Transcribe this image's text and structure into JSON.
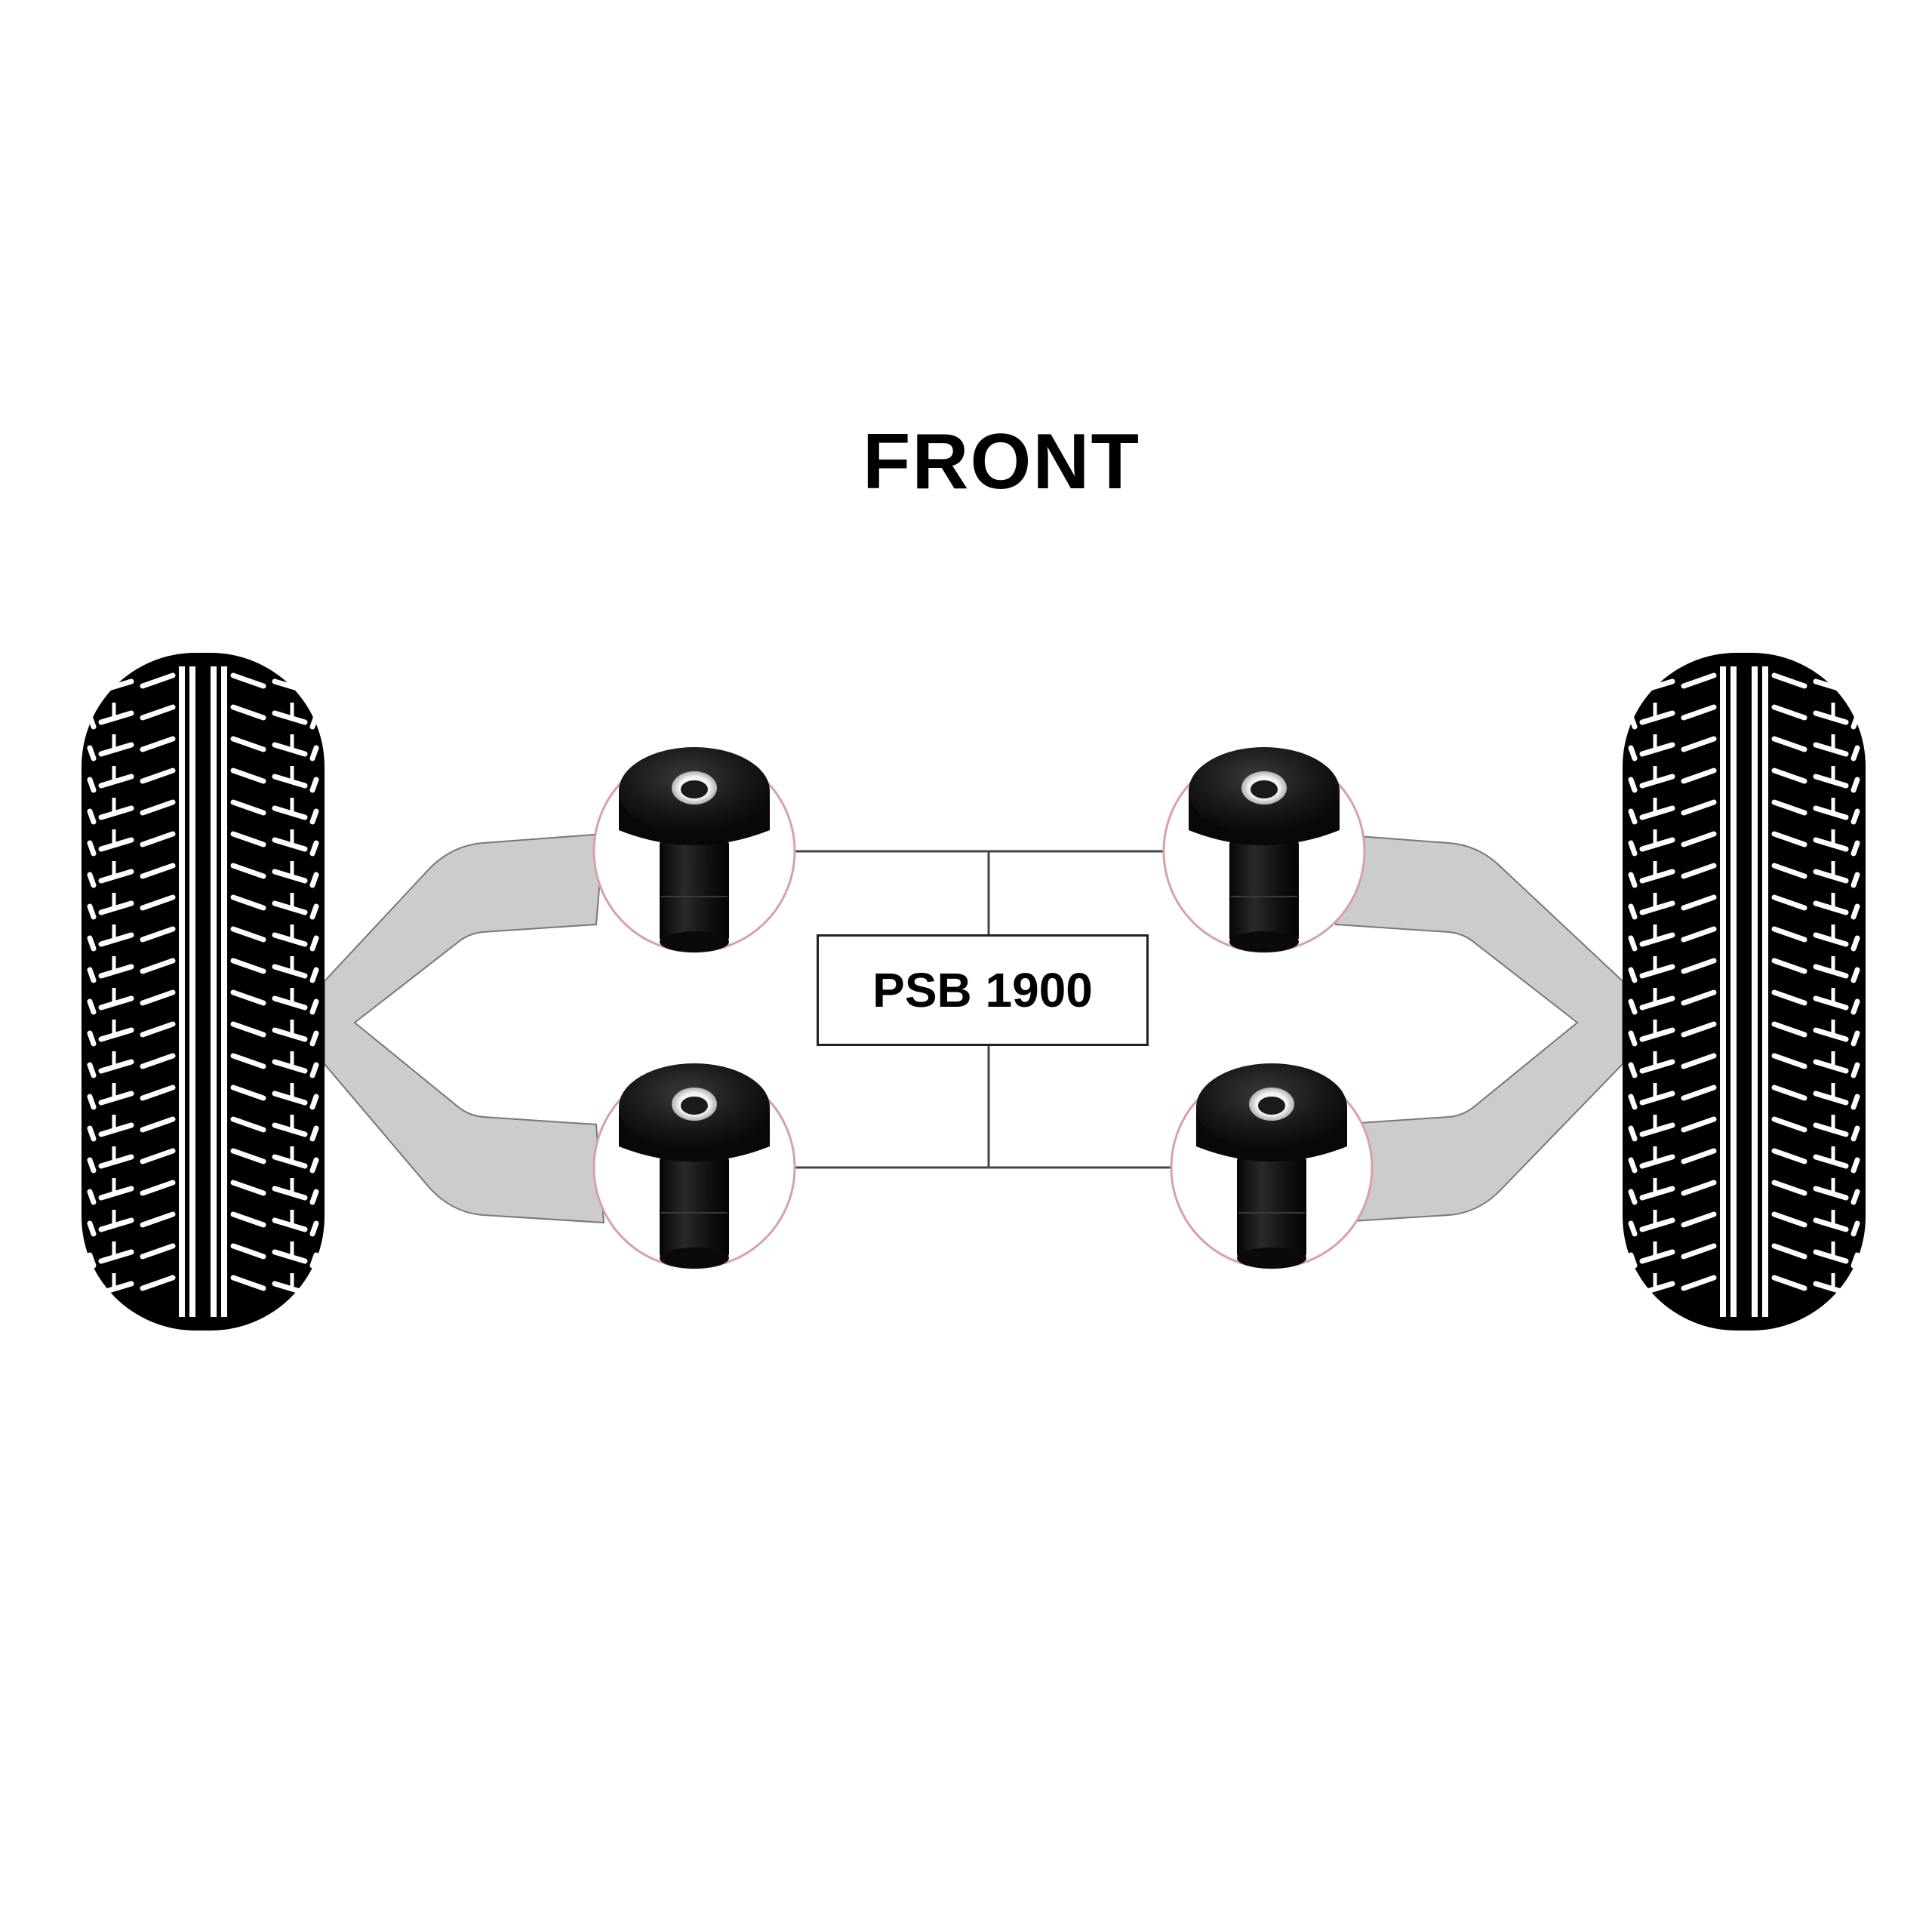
{
  "diagram": {
    "heading": "FRONT",
    "part_number": "PSB 1900",
    "bushing_count": 4,
    "colors": {
      "tyre": "#000000",
      "tread": "#ffffff",
      "arm": "#cccccc",
      "arm_outline": "#666666",
      "bushing": "#141414",
      "sleeve": "#c8c8c8",
      "callout_ring": "#d8a0a8",
      "connector": "#444444"
    },
    "icons": [
      "tyre-icon",
      "wishbone-arm-icon",
      "bushing-icon"
    ]
  }
}
